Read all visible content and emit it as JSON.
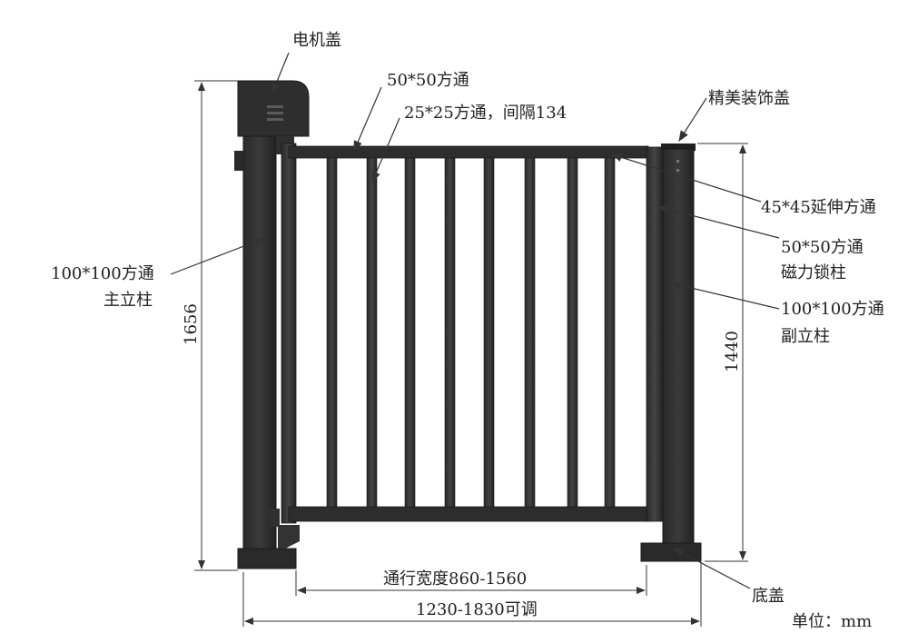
{
  "labels": {
    "motor_cover": "电机盖",
    "tube_50": "50*50方通",
    "tube_25": "25*25方通，间隔134",
    "decor_cover": "精美装饰盖",
    "ext_tube": "45*45延伸方通",
    "lock_post_line1": "50*50方通",
    "lock_post_line2": "磁力锁柱",
    "main_post_line1": "100*100方通",
    "main_post_line2": "主立柱",
    "sub_post_line1": "100*100方通",
    "sub_post_line2": "副立柱",
    "base_cover": "底盖"
  },
  "dimensions": {
    "total_height": "1656",
    "sub_height": "1440",
    "passage_width": "通行宽度860-1560",
    "adjust_width": "1230-1830可调"
  },
  "unit_note": "单位：mm",
  "colors": {
    "metal": "#2b2b2b",
    "metal_dark": "#1e1e1e",
    "metal_light": "#3a3a3a",
    "line": "#333333"
  }
}
